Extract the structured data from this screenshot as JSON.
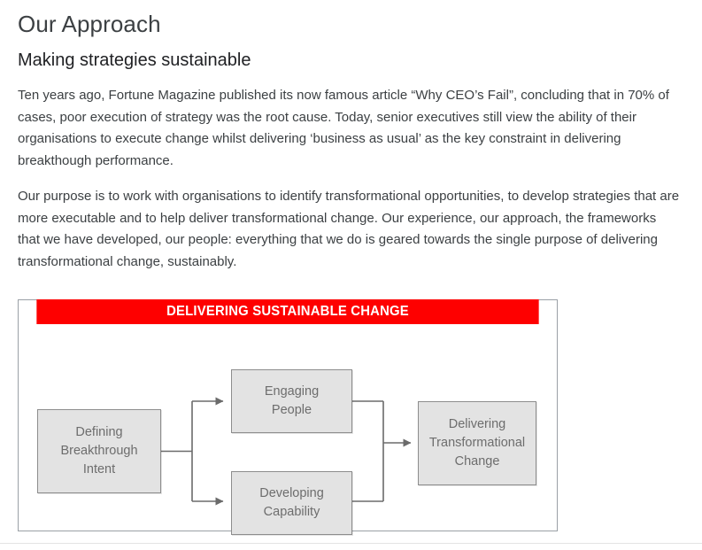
{
  "page": {
    "title": "Our Approach",
    "subtitle": "Making strategies sustainable",
    "paragraphs": [
      "Ten years ago, Fortune Magazine published its now famous article “Why CEO’s Fail”, concluding that in 70% of cases, poor execution of strategy was the root cause. Today, senior executives still view the ability of their organisations to execute change whilst delivering ‘business as usual’ as the key constraint in delivering breakthough performance.",
      "Our purpose is to work with organisations to identify transformational opportunities, to develop strategies that are more executable and to help deliver transformational change. Our experience, our approach, the frameworks that we have developed, our people: everything that we do is geared towards the single purpose of delivering transformational change, sustainably."
    ]
  },
  "diagram": {
    "header": "DELIVERING SUSTAINABLE CHANGE",
    "header_bg": "#fe0000",
    "header_text_color": "#ffffff",
    "node_fill": "#e3e3e3",
    "node_border": "#8d8d8d",
    "node_text_color": "#6d6d6d",
    "connector_color": "#6b6b6b",
    "nodes": [
      {
        "id": "intent",
        "label": "Defining\nBreakthrough\nIntent",
        "lines": [
          "Defining",
          "Breakthrough",
          "Intent"
        ]
      },
      {
        "id": "engaging",
        "label": "Engaging\nPeople",
        "lines": [
          "Engaging",
          "People"
        ]
      },
      {
        "id": "capability",
        "label": "Developing\nCapability",
        "lines": [
          "Developing",
          "Capability"
        ]
      },
      {
        "id": "delivering",
        "label": "Delivering\nTransformational\nChange",
        "lines": [
          "Delivering",
          "Transformational",
          "Change"
        ]
      }
    ],
    "edges": [
      {
        "from": "intent",
        "to": "engaging"
      },
      {
        "from": "intent",
        "to": "capability"
      },
      {
        "from": "engaging",
        "to": "delivering"
      },
      {
        "from": "capability",
        "to": "delivering"
      }
    ]
  }
}
